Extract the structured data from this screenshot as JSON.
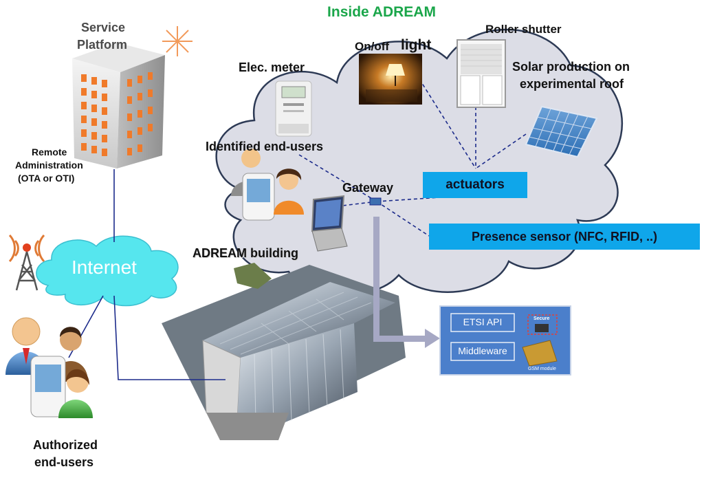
{
  "diagram": {
    "title": "Inside ADREAM",
    "labels": {
      "service_platform_1": "Service",
      "service_platform_2": "Platform",
      "remote_admin_1": "Remote",
      "remote_admin_2": "Administration",
      "remote_admin_3": "(OTA or OTI)",
      "on_off": "On/off",
      "light": "light",
      "roller_shutter": "Roller shutter",
      "elec_meter": "Elec. meter",
      "solar_1": "Solar production on",
      "solar_2": "experimental roof",
      "identified_users": "Identified end-users",
      "gateway": "Gateway",
      "adream_building": "ADREAM building",
      "internet": "Internet",
      "authorized_1": "Authorized",
      "authorized_2": "end-users"
    },
    "boxes": {
      "actuators": "actuators",
      "presence_sensor": "Presence sensor (NFC, RFID, ..)"
    },
    "module": {
      "etsi_api": "ETSI API",
      "middleware": "Middleware",
      "secure": "Secure",
      "gsm_module": "GSM module"
    },
    "colors": {
      "title_green": "#1aa64a",
      "box_blue": "#0fa6ea",
      "cloud_gray": "#dcdde6",
      "internet_cyan": "#56e6ee",
      "line_navy": "#1b2a8a"
    }
  }
}
